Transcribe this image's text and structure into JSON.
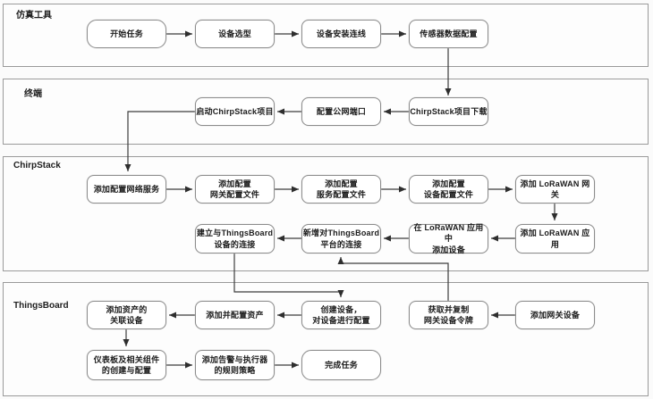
{
  "diagram": {
    "type": "flowchart-swimlane",
    "colors": {
      "lane_border": "#9a9a9a",
      "lane_fill": "#fdfdfd",
      "node_border": "#8d8d8d",
      "node_fill": "#ffffff",
      "connector": "#3d3d3d",
      "text": "#1c1c1c"
    }
  },
  "lanes": [
    {
      "id": "simulation-tool",
      "label": "仿真工具"
    },
    {
      "id": "terminal",
      "label": "终端"
    },
    {
      "id": "chirpstack",
      "label": "ChirpStack"
    },
    {
      "id": "thingsboard",
      "label": "ThingsBoard"
    }
  ],
  "nodes": [
    {
      "id": "start-task",
      "lane": "simulation-tool",
      "shape": "terminal",
      "label": "开始任务"
    },
    {
      "id": "device-selection",
      "lane": "simulation-tool",
      "shape": "process",
      "label": "设备选型"
    },
    {
      "id": "device-install-wiring",
      "lane": "simulation-tool",
      "shape": "process",
      "label": "设备安装连线"
    },
    {
      "id": "sensor-data-config",
      "lane": "simulation-tool",
      "shape": "process",
      "label": "传感器数据配置"
    },
    {
      "id": "chirpstack-download",
      "lane": "terminal",
      "shape": "process",
      "label": "ChirpStack项目下载"
    },
    {
      "id": "public-port-config",
      "lane": "terminal",
      "shape": "process",
      "label": "配置公网端口"
    },
    {
      "id": "start-chirpstack",
      "lane": "terminal",
      "shape": "process",
      "label": "启动ChirpStack项目"
    },
    {
      "id": "add-network-service",
      "lane": "chirpstack",
      "shape": "process",
      "label": "添加配置网络服务"
    },
    {
      "id": "add-gateway-profile",
      "lane": "chirpstack",
      "shape": "process",
      "label": "添加配置\n网关配置文件"
    },
    {
      "id": "add-service-profile",
      "lane": "chirpstack",
      "shape": "process",
      "label": "添加配置\n服务配置文件"
    },
    {
      "id": "add-device-profile",
      "lane": "chirpstack",
      "shape": "process",
      "label": "添加配置\n设备配置文件"
    },
    {
      "id": "add-lorawan-gateway",
      "lane": "chirpstack",
      "shape": "process",
      "label": "添加 LoRaWAN 网关"
    },
    {
      "id": "add-lorawan-app",
      "lane": "chirpstack",
      "shape": "process",
      "label": "添加 LoRaWAN 应用"
    },
    {
      "id": "add-device-in-app",
      "lane": "chirpstack",
      "shape": "process",
      "label": "在 LoRaWAN 应用中\n添加设备"
    },
    {
      "id": "add-thingsboard-connection",
      "lane": "chirpstack",
      "shape": "process",
      "label": "新增对ThingsBoard\n平台的连接"
    },
    {
      "id": "establish-device-connection",
      "lane": "chirpstack",
      "shape": "process",
      "label": "建立与ThingsBoard\n设备的连接"
    },
    {
      "id": "add-asset-related-device",
      "lane": "thingsboard",
      "shape": "process",
      "label": "添加资产的\n关联设备"
    },
    {
      "id": "add-configure-asset",
      "lane": "thingsboard",
      "shape": "process",
      "label": "添加并配置资产"
    },
    {
      "id": "create-device-configure",
      "lane": "thingsboard",
      "shape": "process",
      "label": "创建设备，\n对设备进行配置"
    },
    {
      "id": "get-copy-gateway-token",
      "lane": "thingsboard",
      "shape": "process",
      "label": "获取并复制\n网关设备令牌"
    },
    {
      "id": "add-gateway-device",
      "lane": "thingsboard",
      "shape": "process",
      "label": "添加网关设备"
    },
    {
      "id": "dashboard-create-configure",
      "lane": "thingsboard",
      "shape": "process",
      "label": "仪表板及相关组件\n的创建与配置"
    },
    {
      "id": "add-alarm-actuator-rules",
      "lane": "thingsboard",
      "shape": "process",
      "label": "添加告警与执行器\n的规则策略"
    },
    {
      "id": "finish-task",
      "lane": "thingsboard",
      "shape": "terminal",
      "label": "完成任务"
    }
  ],
  "edges": [
    {
      "from": "start-task",
      "to": "device-selection"
    },
    {
      "from": "device-selection",
      "to": "device-install-wiring"
    },
    {
      "from": "device-install-wiring",
      "to": "sensor-data-config"
    },
    {
      "from": "sensor-data-config",
      "to": "chirpstack-download"
    },
    {
      "from": "chirpstack-download",
      "to": "public-port-config"
    },
    {
      "from": "public-port-config",
      "to": "start-chirpstack"
    },
    {
      "from": "start-chirpstack",
      "to": "add-network-service"
    },
    {
      "from": "add-network-service",
      "to": "add-gateway-profile"
    },
    {
      "from": "add-gateway-profile",
      "to": "add-service-profile"
    },
    {
      "from": "add-service-profile",
      "to": "add-device-profile"
    },
    {
      "from": "add-device-profile",
      "to": "add-lorawan-gateway"
    },
    {
      "from": "add-lorawan-gateway",
      "to": "add-lorawan-app"
    },
    {
      "from": "add-lorawan-app",
      "to": "add-device-in-app"
    },
    {
      "from": "add-device-in-app",
      "to": "add-thingsboard-connection"
    },
    {
      "from": "add-thingsboard-connection",
      "to": "establish-device-connection"
    },
    {
      "from": "establish-device-connection",
      "to": "create-device-configure"
    },
    {
      "from": "create-device-configure",
      "to": "add-configure-asset"
    },
    {
      "from": "add-configure-asset",
      "to": "add-asset-related-device"
    },
    {
      "from": "add-asset-related-device",
      "to": "dashboard-create-configure"
    },
    {
      "from": "dashboard-create-configure",
      "to": "add-alarm-actuator-rules"
    },
    {
      "from": "add-alarm-actuator-rules",
      "to": "finish-task"
    },
    {
      "from": "add-gateway-device",
      "to": "get-copy-gateway-token"
    },
    {
      "from": "get-copy-gateway-token",
      "to": "add-thingsboard-connection"
    }
  ]
}
